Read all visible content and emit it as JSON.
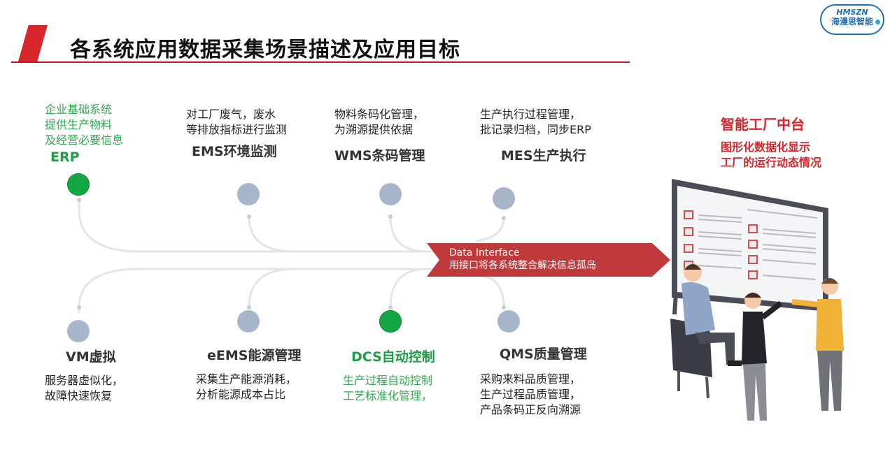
{
  "title": "各系统应用数据采集场景描述及应用目标",
  "logo": {
    "line1": "HMSZN",
    "line2": "海漫思智能"
  },
  "top_systems": [
    {
      "name": "ERP",
      "desc": [
        "企业基础系统",
        "提供生产物料",
        "及经营必要信息"
      ],
      "highlight": true
    },
    {
      "name": "EMS环境监测",
      "desc": [
        "对工厂废气，废水",
        "等排放指标进行监测"
      ],
      "highlight": false
    },
    {
      "name": "WMS条码管理",
      "desc": [
        "物料条码化管理，",
        "为溯源提供依据"
      ],
      "highlight": false
    },
    {
      "name": "MES生产执行",
      "desc": [
        "生产执行过程管理，",
        "批记录归档，同步ERP"
      ],
      "highlight": false
    }
  ],
  "bottom_systems": [
    {
      "name": "VM虚拟",
      "desc": [
        "服务器虚似化，",
        "故障快速恢复"
      ],
      "highlight": false
    },
    {
      "name": "eEMS能源管理",
      "desc": [
        "采集生产能源消耗，",
        "分析能源成本占比"
      ],
      "highlight": false
    },
    {
      "name": "DCS自动控制",
      "desc": [
        "生产过程自动控制",
        "工艺标准化管理，"
      ],
      "highlight": true
    },
    {
      "name": "QMS质量管理",
      "desc": [
        "采购来料品质管理，",
        "生产过程品质管理，",
        "产品条码正反向溯源"
      ],
      "highlight": false
    }
  ],
  "interface": {
    "line1": "Data Interface",
    "line2": "用接口将各系统整合解决信息孤岛"
  },
  "platform": {
    "title": "智能工厂中台",
    "desc": [
      "图形化数据化显示",
      "工厂的运行动态情况"
    ]
  },
  "colors": {
    "accent": "#d7262b",
    "green": "#14a844",
    "node": "#a8b6cc",
    "arrow": "#c0393b"
  }
}
